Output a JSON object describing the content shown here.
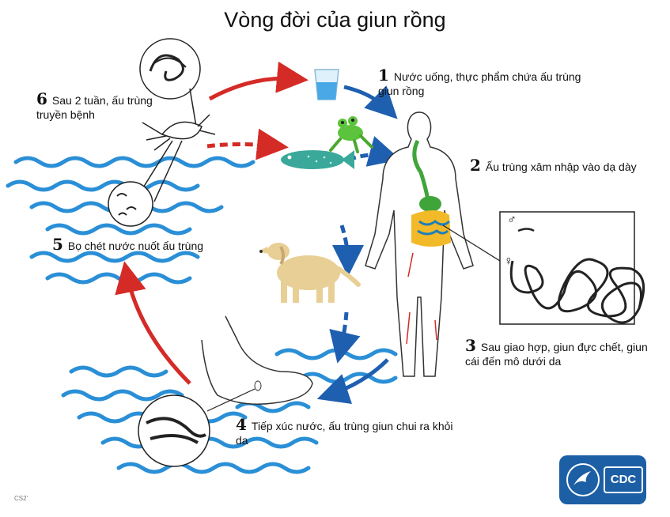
{
  "title": "Vòng đời của giun rồng",
  "steps": [
    {
      "num": "1",
      "text": "Nước uống, thực phẩm chứa ấu trùng giun rồng"
    },
    {
      "num": "2",
      "text": "Ấu trùng xâm nhập vào dạ dày"
    },
    {
      "num": "3",
      "text": "Sau giao hợp, giun đực chết, giun cái đến mô dưới da"
    },
    {
      "num": "4",
      "text": "Tiếp xúc nước, ấu trùng giun chui ra khỏi da"
    },
    {
      "num": "5",
      "text": "Bọ chét nước nuốt ấu trùng"
    },
    {
      "num": "6",
      "text": "Sau 2 tuần, ấu trùng truyền bệnh"
    }
  ],
  "sex_symbols": {
    "male": "♂",
    "female": "♀"
  },
  "logo": {
    "text": "CDC"
  },
  "footer_code": "CS2'",
  "colors": {
    "red_arrow": "#d42b27",
    "blue_arrow": "#1f5fb0",
    "water": "#2a8fd6",
    "fish": "#3aa89a",
    "frog": "#5cc43c",
    "dog": "#e8cf95",
    "stomach": "#3fa53b",
    "intestine": "#f2b928",
    "cdc_blue": "#1c5fa5"
  }
}
